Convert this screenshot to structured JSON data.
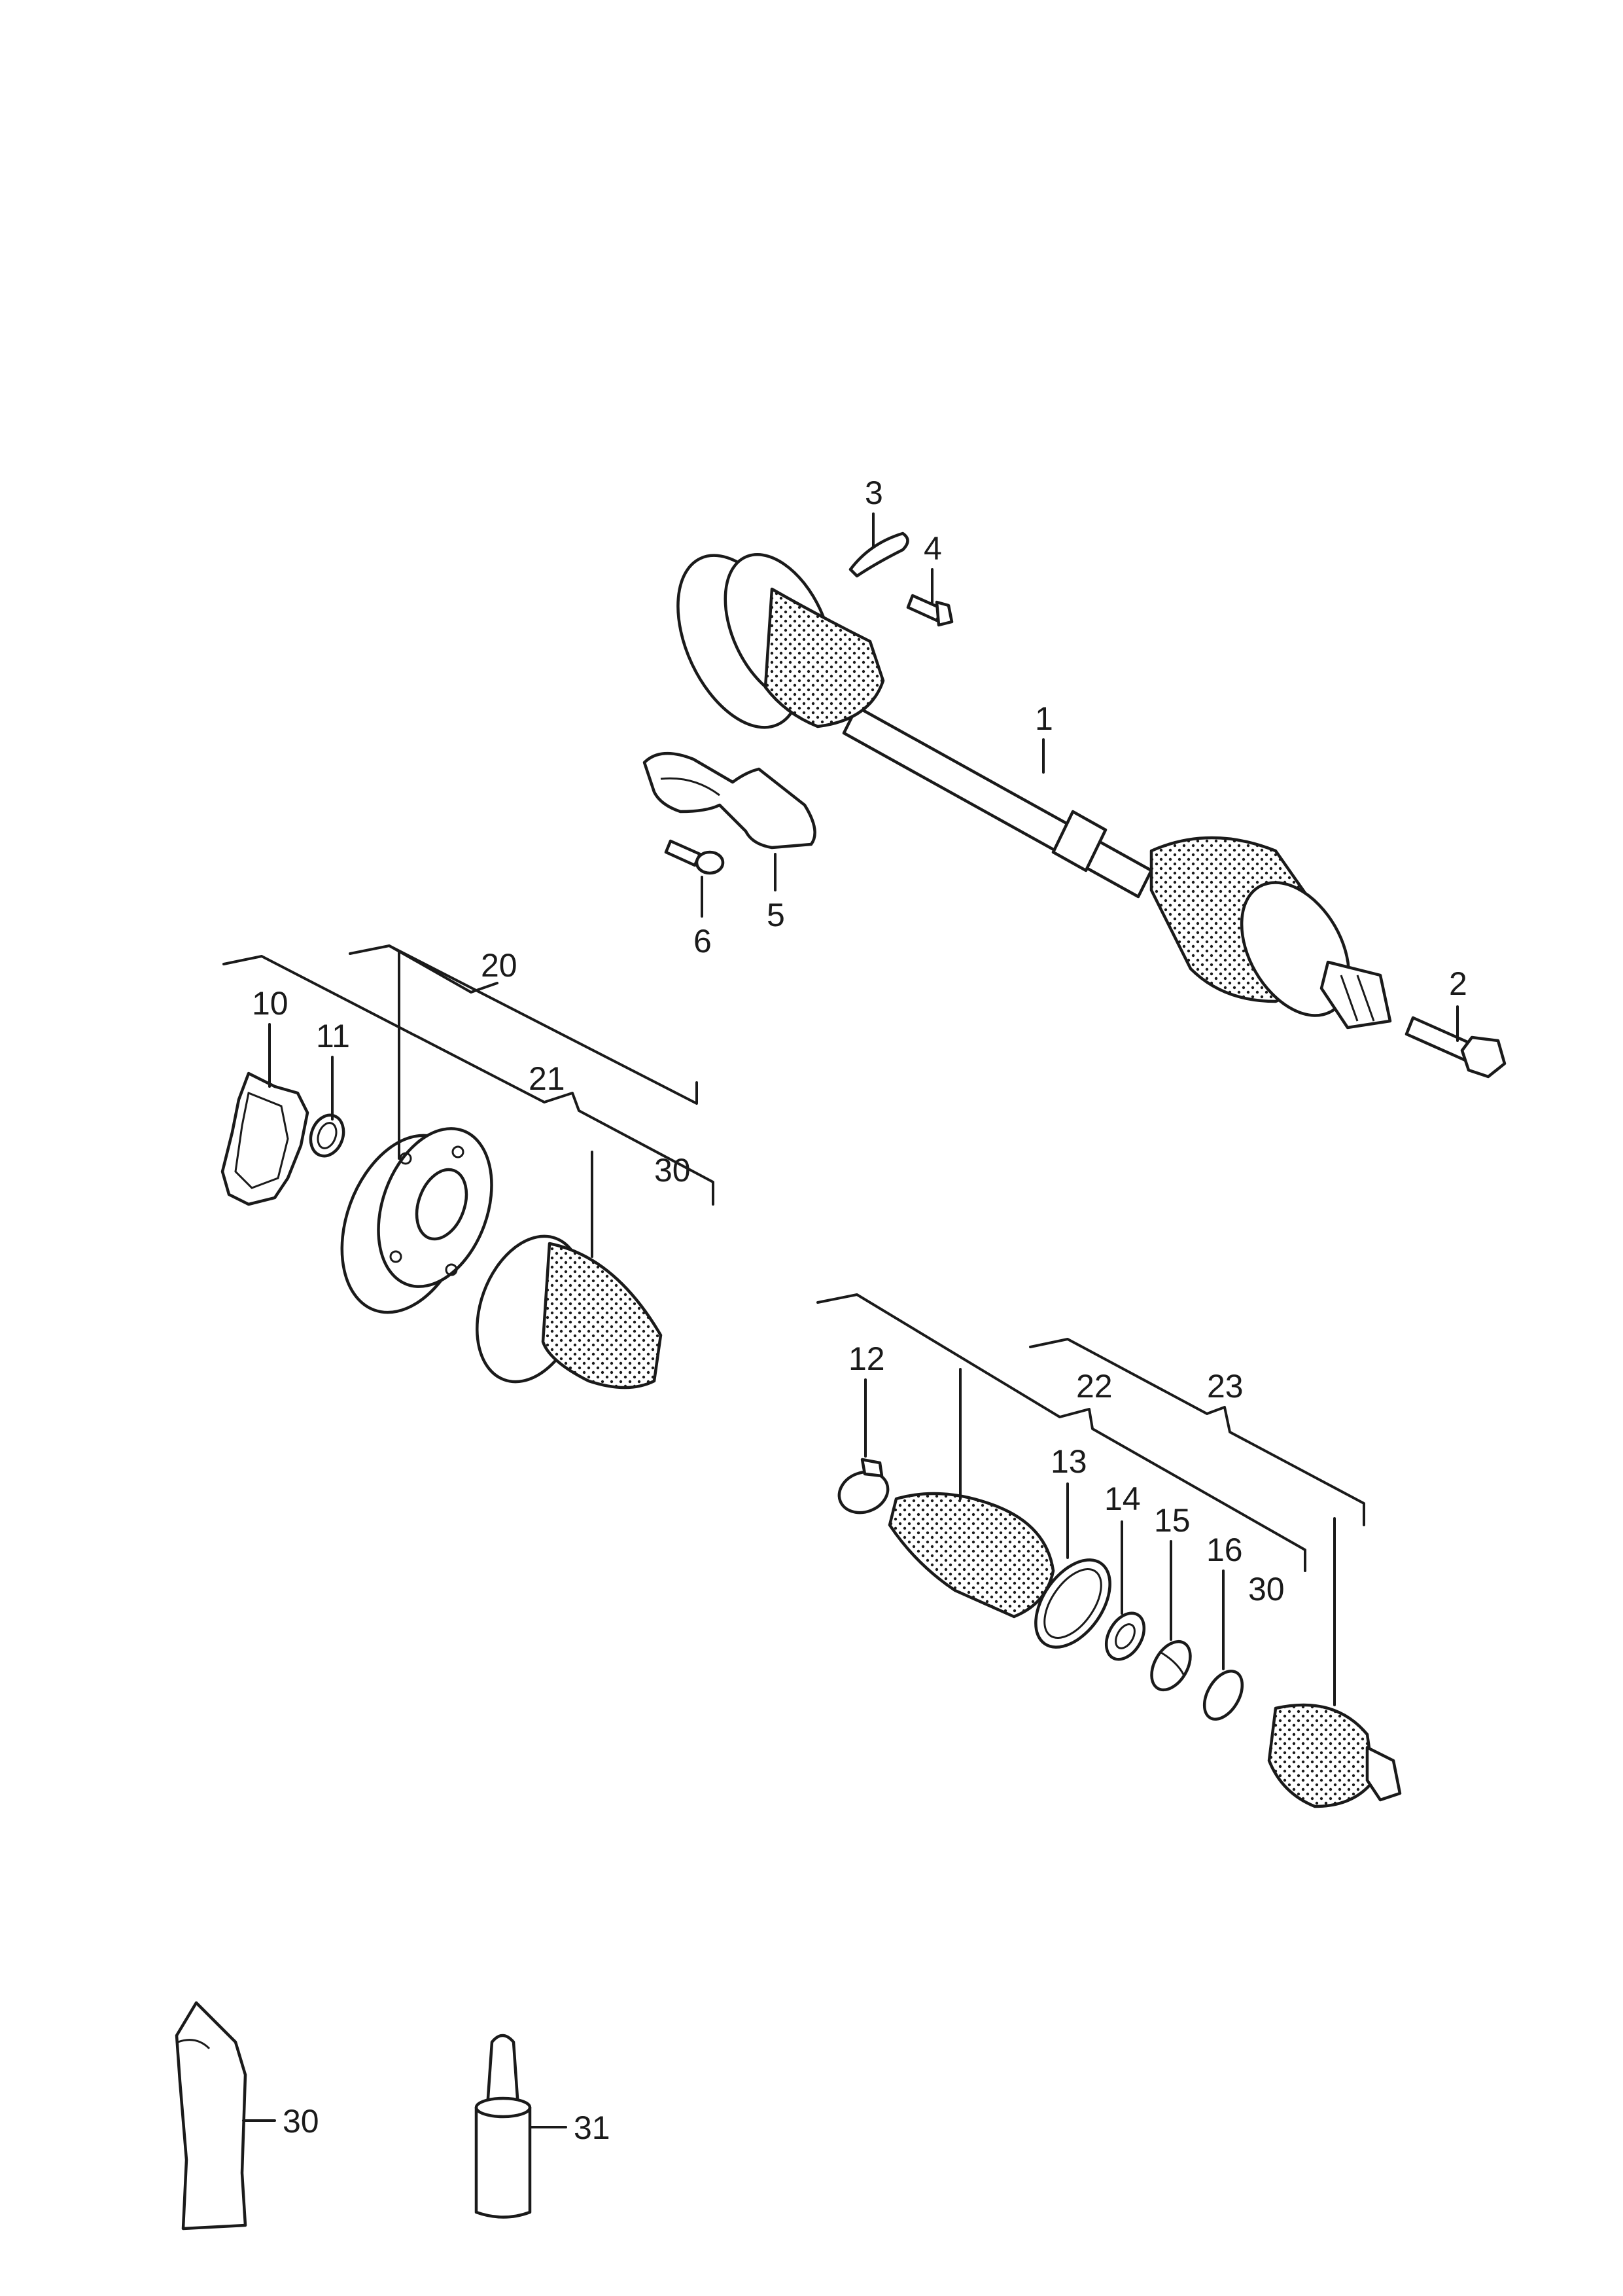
{
  "callouts": {
    "c1": "1",
    "c2": "2",
    "c3": "3",
    "c4": "4",
    "c5": "5",
    "c6": "6",
    "c10": "10",
    "c11": "11",
    "c12": "12",
    "c13": "13",
    "c14": "14",
    "c15": "15",
    "c16": "16",
    "c20": "20",
    "c21": "21",
    "c22": "22",
    "c23": "23",
    "c30a": "30",
    "c30b": "30",
    "c30c": "30",
    "c31": "31"
  }
}
